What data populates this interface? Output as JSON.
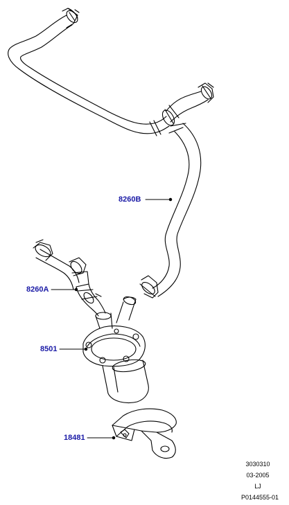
{
  "callouts": {
    "hose_b": "8260B",
    "hose_a": "8260A",
    "pump": "8501",
    "bracket": "18481"
  },
  "meta": {
    "code": "3030310",
    "date": "03-2005",
    "initials": "LJ",
    "ref": "P0144555-01"
  },
  "colors": {
    "callout": "#1a1aa6",
    "line": "#000000"
  }
}
